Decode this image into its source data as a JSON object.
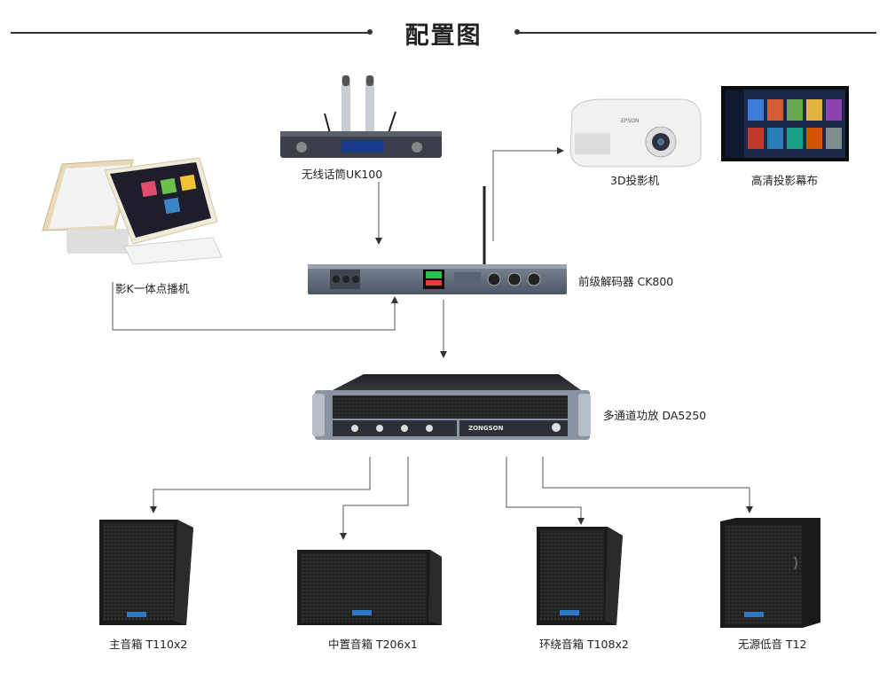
{
  "title": "配置图",
  "devices": {
    "mic": "无线话筒UK100",
    "projector": "3D投影机",
    "screen": "高清投影幕布",
    "player": "影K一体点播机",
    "decoder": "前级解码器 CK800",
    "amp": "多通道功放 DA5250",
    "main_speaker": "主音箱 T110x2",
    "center_speaker": "中置音箱 T206x1",
    "surround_speaker": "环绕音箱 T108x2",
    "subwoofer": "无源低音 T12"
  },
  "brand": "ZONGSON",
  "projector_brand": "EPSON"
}
